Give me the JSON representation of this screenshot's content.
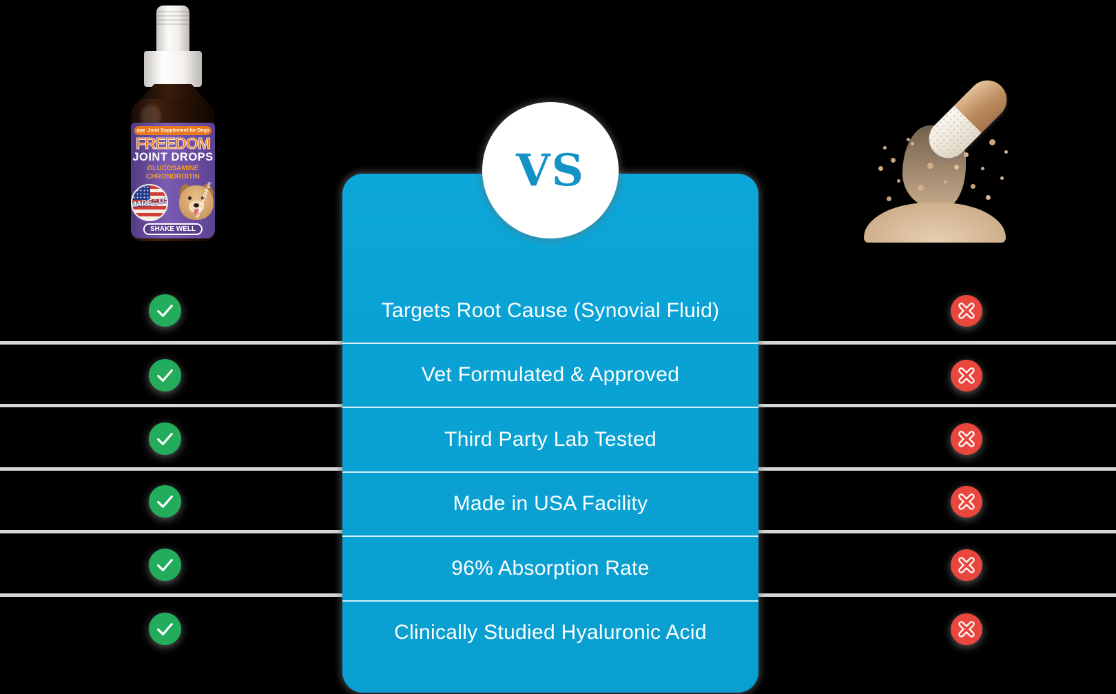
{
  "page": {
    "background_color": "#000000",
    "divider_color": "#d7d7d7"
  },
  "vs_badge": {
    "label": "VS",
    "text_color": "#1392c5",
    "circle_color": "#ffffff"
  },
  "comparison": {
    "card_color": "#0aa2d4",
    "check_color": "#23ac5c",
    "cross_color": "#e9473e",
    "rows": [
      {
        "feature": "Targets Root Cause (Synovial Fluid)",
        "left": "check",
        "right": "cross"
      },
      {
        "feature": "Vet Formulated & Approved",
        "left": "check",
        "right": "cross"
      },
      {
        "feature": "Third Party Lab Tested",
        "left": "check",
        "right": "cross"
      },
      {
        "feature": "Made in USA Facility",
        "left": "check",
        "right": "cross"
      },
      {
        "feature": "96% Absorption Rate",
        "left": "check",
        "right": "cross"
      },
      {
        "feature": "Clinically Studied Hyaluronic Acid",
        "left": "check",
        "right": "cross"
      }
    ]
  },
  "left_product": {
    "description": "Freedom Joint Drops dropper bottle",
    "label": {
      "logo": "PUP",
      "banner": "Joint Supplement for Dogs",
      "title": "FREEDOM",
      "subtitle": "JOINT DROPS",
      "ingredient_line1": "GLUCOSAMINE",
      "ingredient_line2": "CHRONDROITIN",
      "badge_made": "MADE",
      "badge_in": "IN",
      "badge_the": "THE",
      "badge_us": "US",
      "size_text": "30ML DROPPER",
      "shake_text": "SHAKE WELL"
    }
  },
  "right_product": {
    "description": "Generic capsule spilling powder"
  }
}
